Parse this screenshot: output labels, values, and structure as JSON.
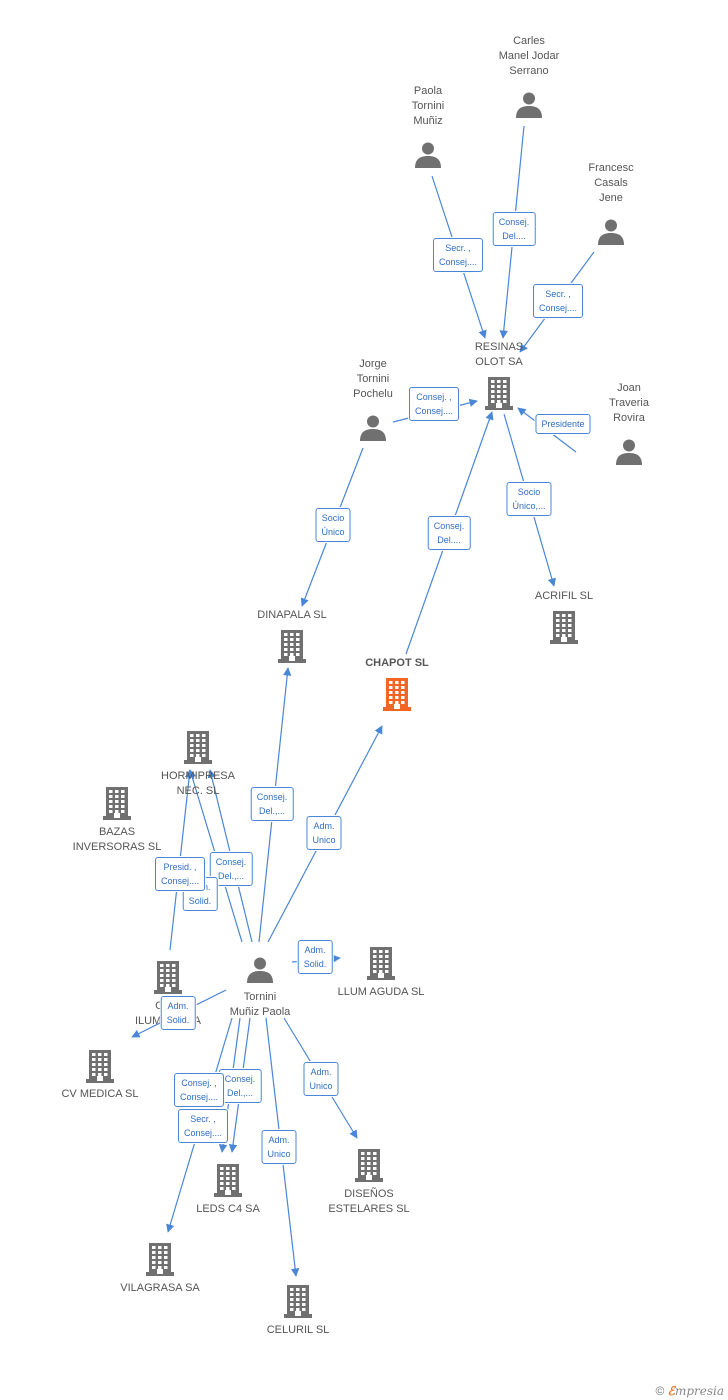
{
  "colors": {
    "edge": "#4a86d6",
    "node_gray": "#707070",
    "focus": "#f26522"
  },
  "nodes": [
    {
      "id": "carles",
      "type": "person",
      "label": "Carles\nManel Jodar\nSerrano"
    },
    {
      "id": "paola_top",
      "type": "person",
      "label": "Paola\nTornini\nMuñiz"
    },
    {
      "id": "francesc",
      "type": "person",
      "label": "Francesc\nCasals\nJene"
    },
    {
      "id": "resinas",
      "type": "company",
      "label": "RESINAS\nOLOT SA"
    },
    {
      "id": "jorge",
      "type": "person",
      "label": "Jorge\nTornini\nPochelu"
    },
    {
      "id": "joan",
      "type": "person",
      "label": "Joan\nTraveria\nRovira"
    },
    {
      "id": "dinapala",
      "type": "company",
      "label": "DINAPALA SL"
    },
    {
      "id": "acrifil",
      "type": "company",
      "label": "ACRIFIL SL"
    },
    {
      "id": "chapot",
      "type": "company",
      "label": "CHAPOT SL",
      "focus": true
    },
    {
      "id": "hormipresa",
      "type": "company",
      "label": "HORMIPRESA\nNEC. SL"
    },
    {
      "id": "bazas",
      "type": "company",
      "label": "BAZAS\nINVERSORAS SL"
    },
    {
      "id": "tornini",
      "type": "person",
      "label": "Tornini\nMuñiz Paola"
    },
    {
      "id": "llum",
      "type": "company",
      "label": "LLUM AGUDA SL"
    },
    {
      "id": "co_ilum",
      "type": "company",
      "label": "CO...\nILUMIN... ...A"
    },
    {
      "id": "cvmedica",
      "type": "company",
      "label": "CV MEDICA SL"
    },
    {
      "id": "disenos",
      "type": "company",
      "label": "DISEÑOS\nESTELARES SL"
    },
    {
      "id": "leds",
      "type": "company",
      "label": "LEDS C4 SA"
    },
    {
      "id": "vilagrasa",
      "type": "company",
      "label": "VILAGRASA SA"
    },
    {
      "id": "celuril",
      "type": "company",
      "label": "CELURIL SL"
    }
  ],
  "edges": [
    {
      "from": "carles",
      "to": "resinas",
      "label": "Consej.\nDel...."
    },
    {
      "from": "paola_top",
      "to": "resinas",
      "label": "Secr. ,\nConsej...."
    },
    {
      "from": "francesc",
      "to": "resinas",
      "label": "Secr. ,\nConsej...."
    },
    {
      "from": "jorge",
      "to": "resinas",
      "label": "Presidente"
    },
    {
      "from": "joan",
      "to": "resinas",
      "label": "Consej. ,\nConsej...."
    },
    {
      "from": "resinas",
      "to": "acrifil",
      "label": "Socio\nÚnico,..."
    },
    {
      "from": "chapot",
      "to": "resinas",
      "label": "Consej.\nDel...."
    },
    {
      "from": "jorge",
      "to": "dinapala",
      "label": "Socio\nÚnico"
    },
    {
      "from": "tornini",
      "to": "dinapala",
      "label": "Consej.\nDel.,..."
    },
    {
      "from": "tornini",
      "to": "chapot",
      "label": "Adm.\nUnico"
    },
    {
      "from": "tornini",
      "to": "hormipresa",
      "label": "Consej.\nDel.,..."
    },
    {
      "from": "tornini",
      "to": "hormipresa",
      "label": "Adm.\nSolid."
    },
    {
      "from": "co_ilum",
      "to": "hormipresa",
      "label": "Presid. ,\nConsej...."
    },
    {
      "from": "tornini",
      "to": "llum",
      "label": "Adm.\nSolid."
    },
    {
      "from": "tornini",
      "to": "cvmedica",
      "label": "Adm.\nSolid."
    },
    {
      "from": "tornini",
      "to": "disenos",
      "label": "Adm.\nUnico"
    },
    {
      "from": "tornini",
      "to": "leds",
      "label": "Consej.\nDel.,..."
    },
    {
      "from": "tornini",
      "to": "leds",
      "label": "Consej. ,\nConsej...."
    },
    {
      "from": "tornini",
      "to": "vilagrasa",
      "label": "Secr. ,\nConsej...."
    },
    {
      "from": "tornini",
      "to": "celuril",
      "label": "Adm.\nUnico"
    }
  ],
  "footer": {
    "copyright": "©",
    "brand_e": "ℰ",
    "brand_rest": "mpresia"
  }
}
